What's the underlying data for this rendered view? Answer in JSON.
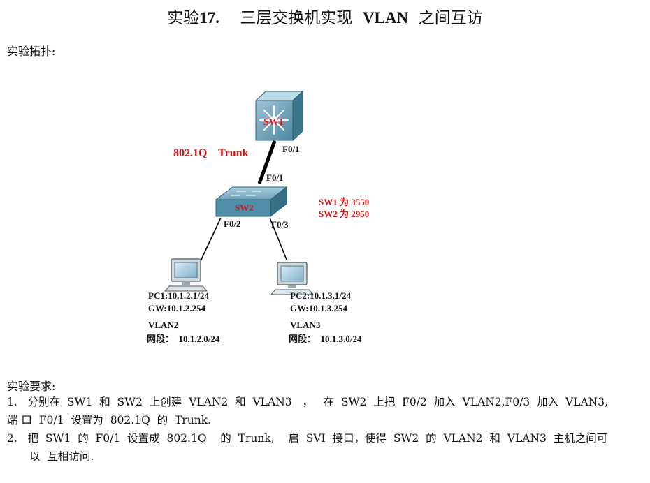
{
  "title": {
    "prefix": "实验",
    "number": "17.",
    "text1": "三层交换机实现",
    "vlan": "VLAN",
    "text2": "之间互访"
  },
  "topology_heading": "实验拓扑:",
  "diagram": {
    "sw1_label": "SW1",
    "sw1_port": "F0/1",
    "trunk_label": "802.1Q    Trunk",
    "sw2_uplink": "F0/1",
    "sw2_label": "SW2",
    "sw2_port_left": "F0/2",
    "sw2_port_right": "F0/3",
    "model_note_1": "SW1 为 3550",
    "model_note_2": "SW2 为 2950",
    "pc1": {
      "ip": "PC1:10.1.2.1/24",
      "gw": "GW:10.1.2.254",
      "vlan": "VLAN2",
      "segment": "网段：  10.1.2.0/24"
    },
    "pc2": {
      "ip": "PC2:10.1.3.1/24",
      "gw": "GW:10.1.3.254",
      "vlan": "VLAN3",
      "segment": "网段：  10.1.3.0/24"
    },
    "colors": {
      "accent_red": "#e01010",
      "switch_blue": "#4f8fa8"
    }
  },
  "requirements": {
    "heading": "实验要求:",
    "item1_line1": "1.   分别在  SW1  和  SW2  上创建  VLAN2  和  VLAN3   ，   在  SW2  上把  F0/2  加入  VLAN2,F0/3  加入  VLAN3,",
    "item1_line2": "端 口  F0/1  设置为  802.1Q  的  Trunk.",
    "item2_line1": "2.   把  SW1  的  F0/1  设置成  802.1Q    的  Trunk,    启  SVI  接口，使得  SW2  的  VLAN2  和  VLAN3  主机之间可",
    "item2_line2": "以  互相访问."
  }
}
